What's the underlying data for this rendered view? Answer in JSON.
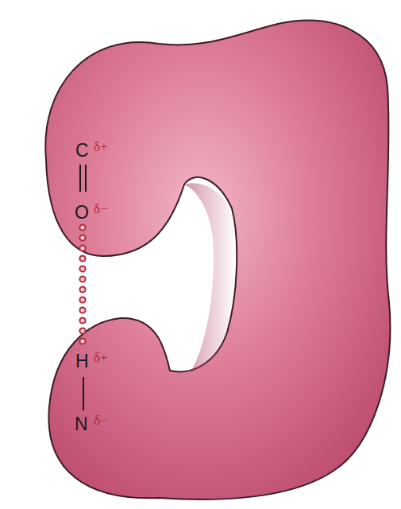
{
  "diagram": {
    "labels": [
      "C",
      "δ+",
      "O",
      "δ−",
      "H",
      "δ+",
      "N",
      "δ−"
    ]
  }
}
